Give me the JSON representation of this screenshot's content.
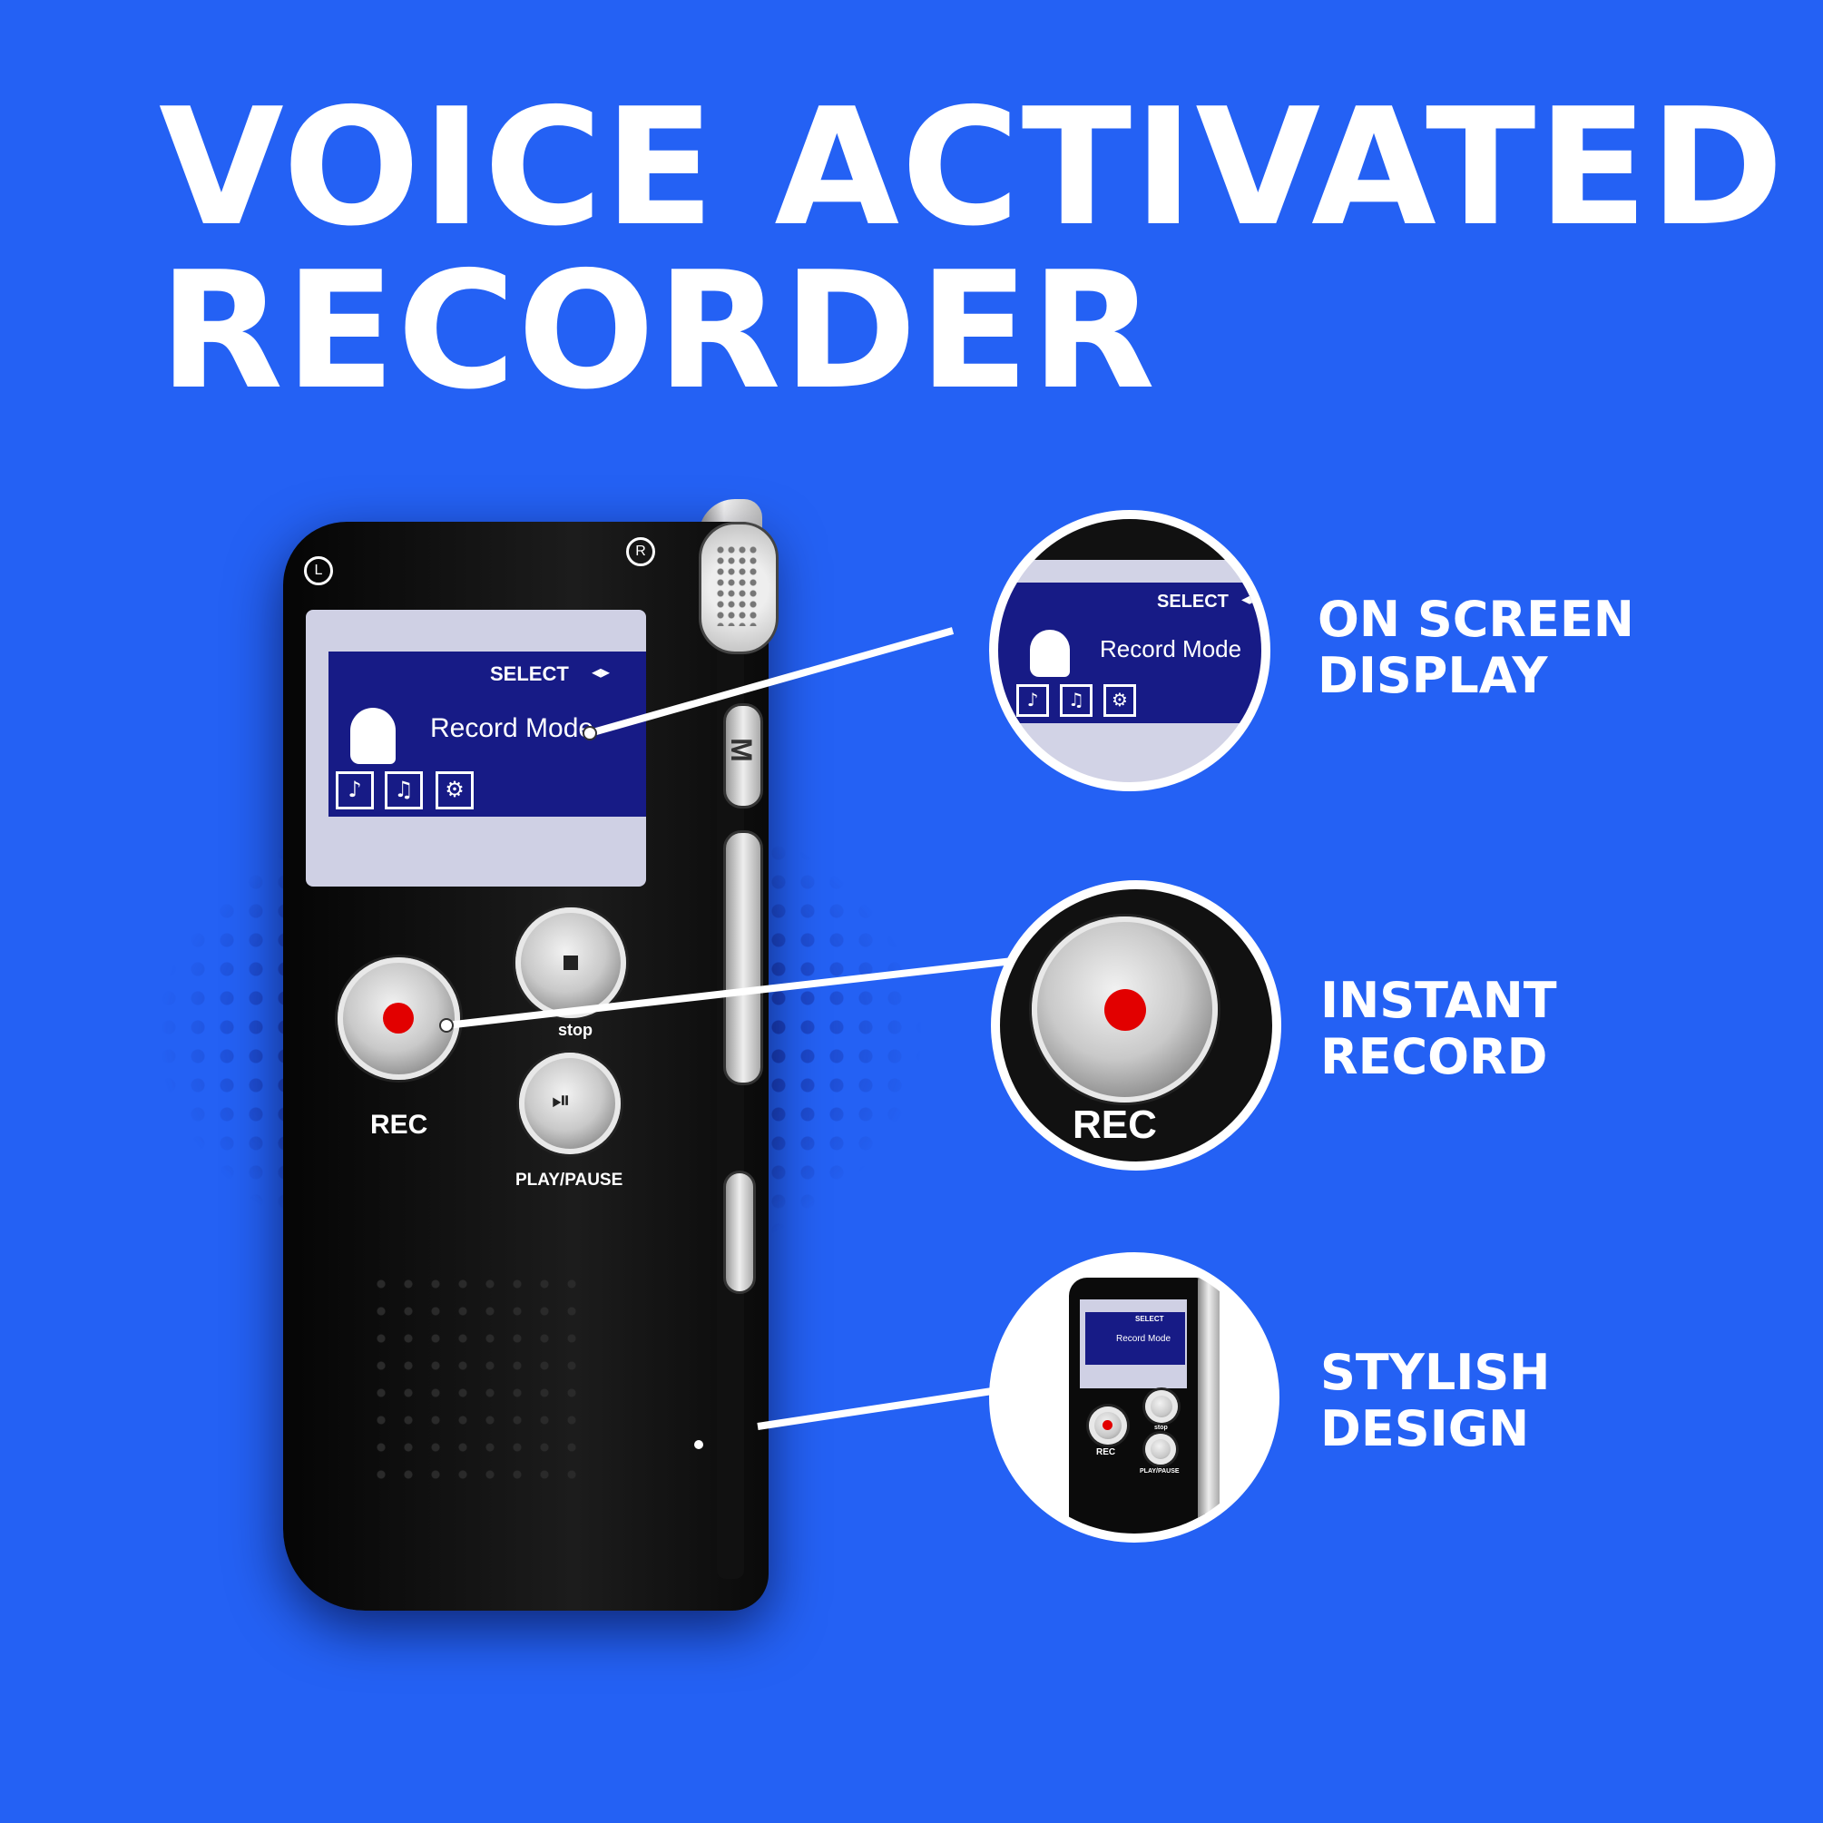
{
  "headline": {
    "line1": "VOICE ACTIVATED",
    "line2": "RECORDER"
  },
  "device": {
    "marker_left": "L",
    "marker_right": "R",
    "screen": {
      "select_label": "SELECT",
      "mode_label": "Record Mode"
    },
    "side_buttons": {
      "menu": "M"
    },
    "buttons": {
      "rec_label": "REC",
      "stop_label": "stop",
      "play_label": "PLAY/PAUSE"
    }
  },
  "features": [
    {
      "line1": "ON SCREEN",
      "line2": "DISPLAY"
    },
    {
      "line1": "INSTANT",
      "line2": "RECORD"
    },
    {
      "line1": "STYLISH",
      "line2": "DESIGN"
    }
  ],
  "zoom": {
    "display": {
      "select_label": "SELECT",
      "mode_label": "Record Mode"
    },
    "record": {
      "rec_label": "REC"
    },
    "design": {
      "select_label": "SELECT",
      "mode_label": "Record Mode",
      "rec_label": "REC",
      "stop_label": "stop",
      "play_label": "PLAY/PAUSE"
    }
  },
  "colors": {
    "background": "#2461f4",
    "lcd": "#171b86",
    "record": "#e20000",
    "text": "#ffffff"
  },
  "icons": [
    "speaker-icon",
    "music-note-icon",
    "settings-icon",
    "stop-icon",
    "play-pause-icon"
  ]
}
